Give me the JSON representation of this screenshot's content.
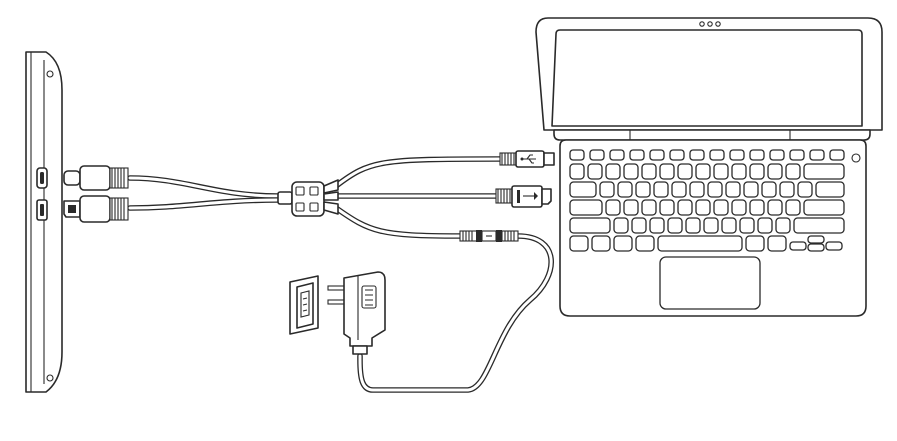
{
  "diagram": {
    "nodes": [
      "pen-display",
      "three-in-one-cable",
      "laptop",
      "power-adapter",
      "wall-socket"
    ],
    "connections": [
      [
        "pen-display",
        "three-in-one-cable"
      ],
      [
        "three-in-one-cable",
        "laptop-usb-port"
      ],
      [
        "three-in-one-cable",
        "laptop-hdmi-port"
      ],
      [
        "three-in-one-cable",
        "power-adapter"
      ],
      [
        "power-adapter",
        "wall-socket"
      ]
    ],
    "icons": {
      "usb_symbol": "usb-icon",
      "hdmi_symbol": "hdmi-icon"
    }
  }
}
